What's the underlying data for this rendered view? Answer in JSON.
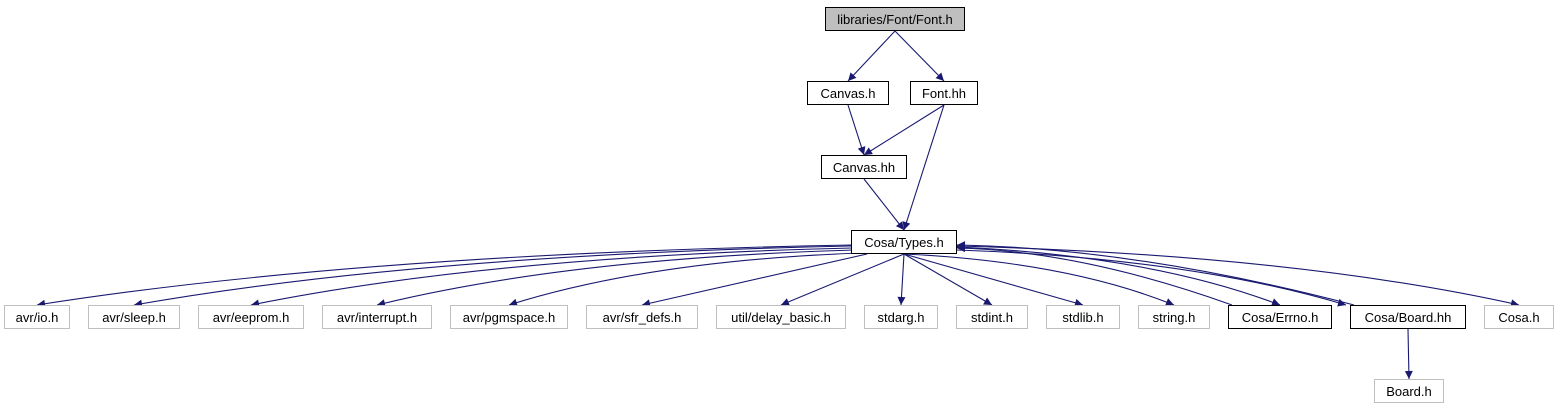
{
  "diagram": {
    "edge_color": "#191970",
    "nodes": [
      {
        "id": "font_h",
        "label": "libraries/Font/Font.h",
        "kind": "main"
      },
      {
        "id": "canvas_h",
        "label": "Canvas.h",
        "kind": "local"
      },
      {
        "id": "font_hh",
        "label": "Font.hh",
        "kind": "local"
      },
      {
        "id": "canvas_hh",
        "label": "Canvas.hh",
        "kind": "local"
      },
      {
        "id": "types_h",
        "label": "Cosa/Types.h",
        "kind": "local"
      },
      {
        "id": "avr_io",
        "label": "avr/io.h",
        "kind": "external"
      },
      {
        "id": "avr_sleep",
        "label": "avr/sleep.h",
        "kind": "external"
      },
      {
        "id": "avr_eeprom",
        "label": "avr/eeprom.h",
        "kind": "external"
      },
      {
        "id": "avr_interrupt",
        "label": "avr/interrupt.h",
        "kind": "external"
      },
      {
        "id": "avr_pgmspace",
        "label": "avr/pgmspace.h",
        "kind": "external"
      },
      {
        "id": "avr_sfr_defs",
        "label": "avr/sfr_defs.h",
        "kind": "external"
      },
      {
        "id": "util_delay_basic",
        "label": "util/delay_basic.h",
        "kind": "external"
      },
      {
        "id": "stdarg",
        "label": "stdarg.h",
        "kind": "external"
      },
      {
        "id": "stdint",
        "label": "stdint.h",
        "kind": "external"
      },
      {
        "id": "stdlib",
        "label": "stdlib.h",
        "kind": "external"
      },
      {
        "id": "string_h",
        "label": "string.h",
        "kind": "external"
      },
      {
        "id": "cosa_errno",
        "label": "Cosa/Errno.h",
        "kind": "local"
      },
      {
        "id": "cosa_board",
        "label": "Cosa/Board.hh",
        "kind": "local"
      },
      {
        "id": "cosa_h",
        "label": "Cosa.h",
        "kind": "external"
      },
      {
        "id": "board_h",
        "label": "Board.h",
        "kind": "external"
      }
    ],
    "edges": [
      [
        "font_h",
        "canvas_h"
      ],
      [
        "font_h",
        "font_hh"
      ],
      [
        "canvas_h",
        "canvas_hh"
      ],
      [
        "font_hh",
        "canvas_hh"
      ],
      [
        "font_hh",
        "types_h"
      ],
      [
        "canvas_hh",
        "types_h"
      ],
      [
        "types_h",
        "avr_io"
      ],
      [
        "types_h",
        "avr_sleep"
      ],
      [
        "types_h",
        "avr_eeprom"
      ],
      [
        "types_h",
        "avr_interrupt"
      ],
      [
        "types_h",
        "avr_pgmspace"
      ],
      [
        "types_h",
        "avr_sfr_defs"
      ],
      [
        "types_h",
        "util_delay_basic"
      ],
      [
        "types_h",
        "stdarg"
      ],
      [
        "types_h",
        "stdint"
      ],
      [
        "types_h",
        "stdlib"
      ],
      [
        "types_h",
        "string_h"
      ],
      [
        "types_h",
        "cosa_errno"
      ],
      [
        "types_h",
        "cosa_board"
      ],
      [
        "types_h",
        "cosa_h"
      ],
      [
        "cosa_errno",
        "types_h"
      ],
      [
        "cosa_board",
        "types_h"
      ],
      [
        "cosa_board",
        "board_h"
      ]
    ]
  }
}
